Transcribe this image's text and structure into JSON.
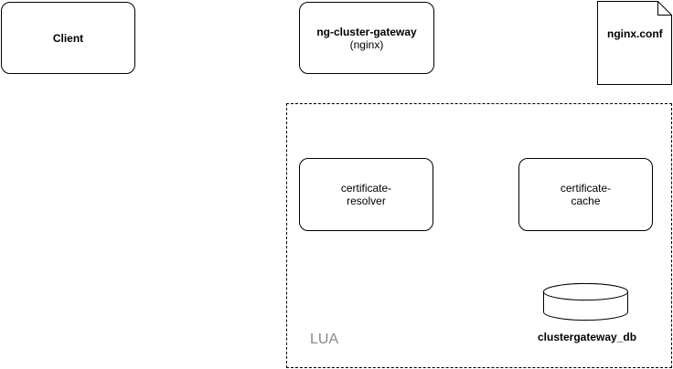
{
  "nodes": {
    "client": {
      "label": "Client"
    },
    "gateway": {
      "title": "ng-cluster-gateway",
      "subtitle": "(nginx)"
    },
    "config": {
      "label": "nginx.conf"
    },
    "resolver": {
      "line1": "certificate-",
      "line2": "resolver"
    },
    "cache": {
      "line1": "certificate-",
      "line2": "cache"
    },
    "database": {
      "label": "clustergateway_db"
    }
  },
  "group": {
    "label": "LUA"
  }
}
